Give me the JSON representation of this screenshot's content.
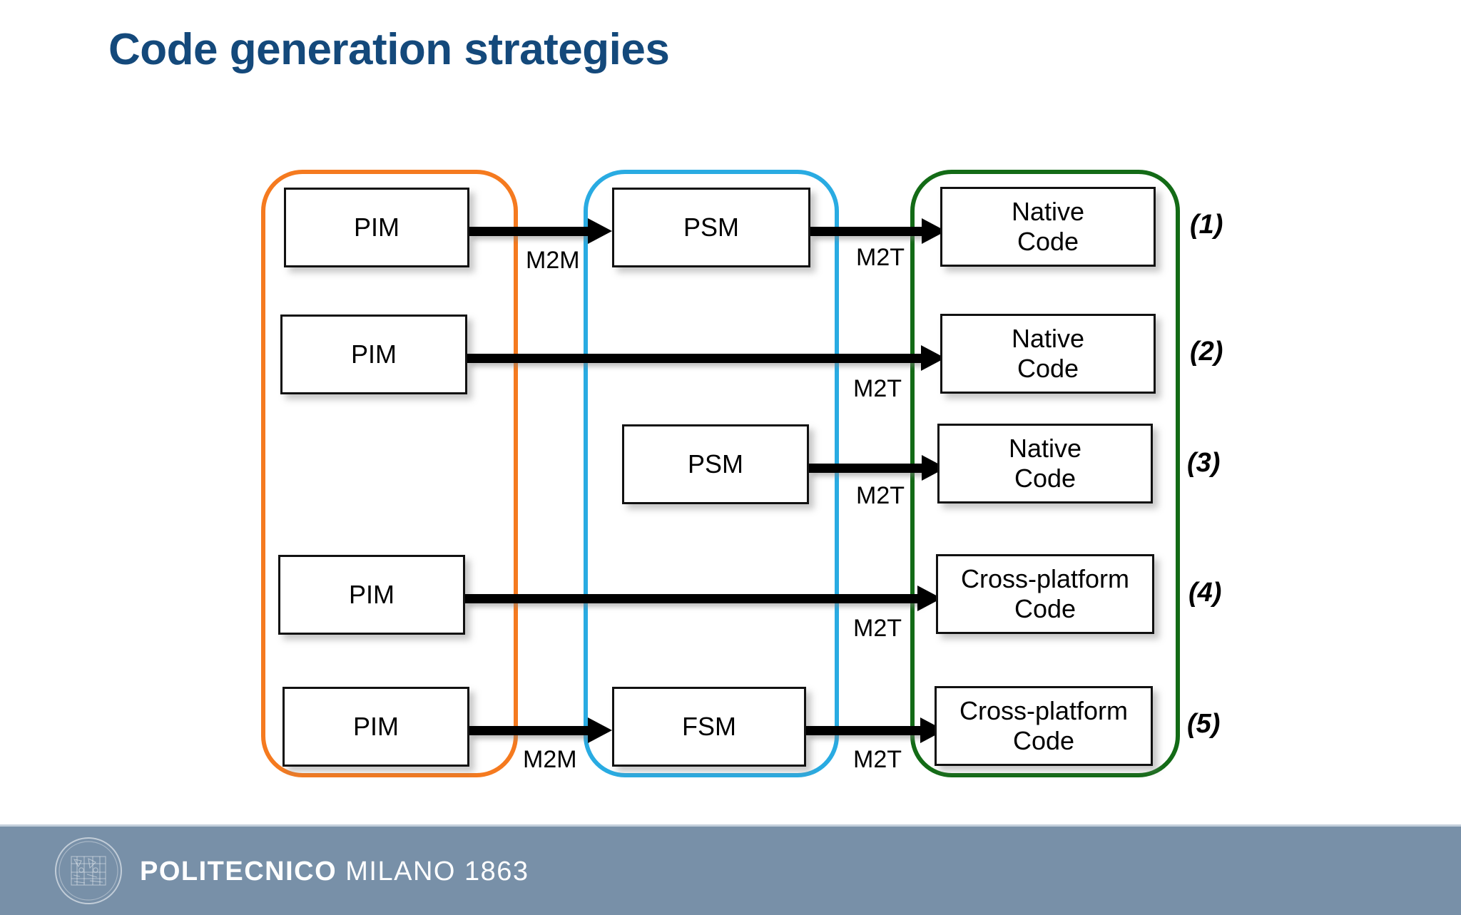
{
  "slide": {
    "title": "Code generation strategies",
    "background_color": "#FFFFFF"
  },
  "diagram": {
    "type": "flow",
    "columns": [
      {
        "id": "pim-column",
        "label": "",
        "accent_color": "#F57A1F",
        "icon": "orange-rounded-group"
      },
      {
        "id": "psm-column",
        "label": "",
        "accent_color": "#29ABE2",
        "icon": "blue-rounded-group"
      },
      {
        "id": "code-column",
        "label": "",
        "accent_color": "#136B16",
        "icon": "green-rounded-group"
      }
    ],
    "rows": [
      {
        "number": "(1)",
        "nodes": [
          {
            "id": "r1-pim",
            "text": "PIM",
            "column": "pim-column"
          },
          {
            "id": "r1-psm",
            "text": "PSM",
            "column": "psm-column"
          },
          {
            "id": "r1-code",
            "line1": "Native",
            "line2": "Code",
            "column": "code-column"
          }
        ],
        "edges": [
          {
            "id": "r1-e1",
            "label": "M2M",
            "from": "r1-pim",
            "to": "r1-psm"
          },
          {
            "id": "r1-e2",
            "label": "M2T",
            "from": "r1-psm",
            "to": "r1-code"
          }
        ]
      },
      {
        "number": "(2)",
        "nodes": [
          {
            "id": "r2-pim",
            "text": "PIM",
            "column": "pim-column"
          },
          {
            "id": "r2-code",
            "line1": "Native",
            "line2": "Code",
            "column": "code-column"
          }
        ],
        "edges": [
          {
            "id": "r2-e1",
            "label": "M2T",
            "from": "r2-pim",
            "to": "r2-code"
          }
        ]
      },
      {
        "number": "(3)",
        "nodes": [
          {
            "id": "r3-psm",
            "text": "PSM",
            "column": "psm-column"
          },
          {
            "id": "r3-code",
            "line1": "Native",
            "line2": "Code",
            "column": "code-column"
          }
        ],
        "edges": [
          {
            "id": "r3-e1",
            "label": "M2T",
            "from": "r3-psm",
            "to": "r3-code"
          }
        ]
      },
      {
        "number": "(4)",
        "nodes": [
          {
            "id": "r4-pim",
            "text": "PIM",
            "column": "pim-column"
          },
          {
            "id": "r4-code",
            "line1": "Cross-platform",
            "line2": "Code",
            "column": "code-column"
          }
        ],
        "edges": [
          {
            "id": "r4-e1",
            "label": "M2T",
            "from": "r4-pim",
            "to": "r4-code"
          }
        ]
      },
      {
        "number": "(5)",
        "nodes": [
          {
            "id": "r5-pim",
            "text": "PIM",
            "column": "pim-column"
          },
          {
            "id": "r5-fsm",
            "text": "FSM",
            "column": "psm-column"
          },
          {
            "id": "r5-code",
            "line1": "Cross-platform",
            "line2": "Code",
            "column": "code-column"
          }
        ],
        "edges": [
          {
            "id": "r5-e1",
            "label": "M2M",
            "from": "r5-pim",
            "to": "r5-fsm"
          },
          {
            "id": "r5-e2",
            "label": "M2T",
            "from": "r5-fsm",
            "to": "r5-code"
          }
        ]
      }
    ]
  },
  "footer": {
    "background_color": "#7890A8",
    "logo_icon": "politecnico-seal-icon",
    "wordmark_bold": "POLITECNICO",
    "wordmark_light": "MILANO 1863"
  }
}
